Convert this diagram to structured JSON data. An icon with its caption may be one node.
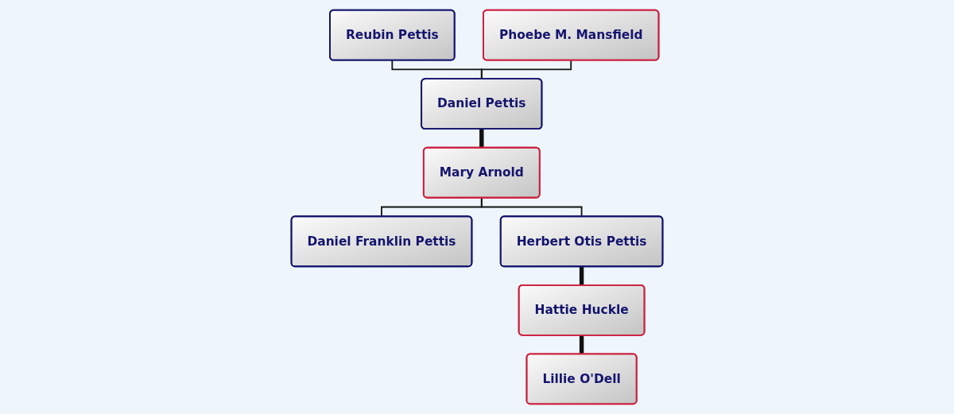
{
  "diagram": {
    "nodes": [
      {
        "text": [
          "Reubin Pettis"
        ]
      },
      {
        "text": [
          "Phoebe M. Mansfield"
        ]
      },
      {
        "text": [
          "Daniel Pettis"
        ]
      },
      {
        "text": [
          "Mary Arnold"
        ]
      },
      {
        "text": [
          "Daniel Franklin Pettis"
        ]
      },
      {
        "text": [
          "Herbert Otis Pettis"
        ]
      },
      {
        "text": [
          "Hattie Huckle"
        ]
      },
      {
        "text": [
          "Lillie O'Dell"
        ]
      }
    ],
    "edges": [
      {
        "from": 0,
        "to": 2,
        "arrow": "none"
      },
      {
        "from": 1,
        "to": 2,
        "arrow": "none"
      },
      {
        "from": 2,
        "to": 3,
        "arrow": "none",
        "style": "thick"
      },
      {
        "from": 3,
        "to": 4,
        "arrow": "none"
      },
      {
        "from": 3,
        "to": 5,
        "arrow": "none"
      },
      {
        "from": 5,
        "to": 6,
        "arrow": "none",
        "style": "thick"
      },
      {
        "from": 6,
        "to": 7,
        "arrow": "none",
        "style": "thick"
      }
    ]
  }
}
